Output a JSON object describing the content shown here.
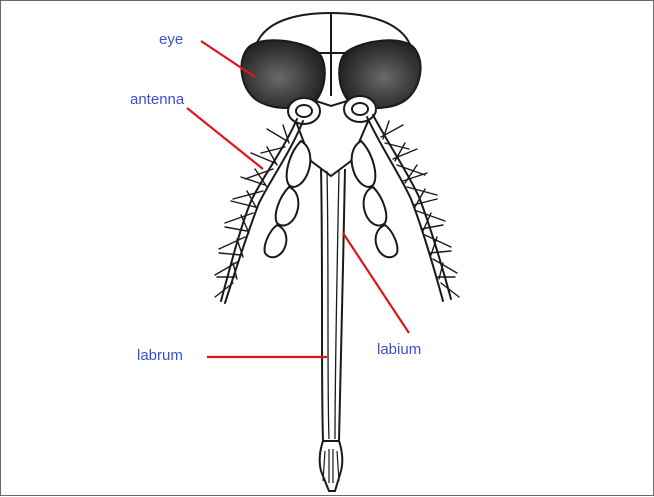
{
  "labels": {
    "eye": "eye",
    "antenna": "antenna",
    "labrum": "labrum",
    "labium": "labium"
  },
  "colors": {
    "label_text": "#3c50d2",
    "leader_line": "#e0141e",
    "ink": "#1a1a1a",
    "eye_fill": "#2e2e2e",
    "frame": "#6b6b6b"
  }
}
